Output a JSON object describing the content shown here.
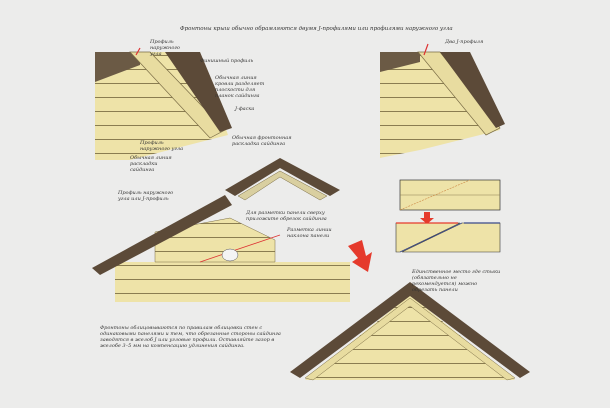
{
  "title": "Фронтоны крыш обычно обрамляются двумя J-профилями или профилями наружного угла",
  "top_left": {
    "labels": [
      "Профиль наружного угла",
      "Финишный профиль",
      "Обычная линия кровли разделяет плоскости для планок сайдинга",
      "J-фаска",
      "Обычная фронтонная раскладка сайдинга",
      "Профиль наружного угла",
      "Обычная линия раскладки сайдинга"
    ]
  },
  "top_right": {
    "label": "Два J-профиля"
  },
  "middle": {
    "labels": [
      "Профиль наружного угла или J-профиль",
      "Для разметки панели сверху приложите обрезок сайдинга",
      "Разметка линии наклона панели"
    ]
  },
  "bottom_right": {
    "label": "Единственное место где стыки (обязательно не рекомендуется) можно обрезать панели"
  },
  "note": "Фронтоны облицовываются по правилам облицовки стен с одинаковыми панелями и тем, что обрезанные стороны сайдинга заводятся в желоб J или угловые профили. Оставляйте зазор в желобе 3–5 мм на компенсацию удлинения сайдинга.",
  "colors": {
    "siding": "#eee3a8",
    "roof": "#6b5540",
    "accent": "#e53a2c"
  }
}
